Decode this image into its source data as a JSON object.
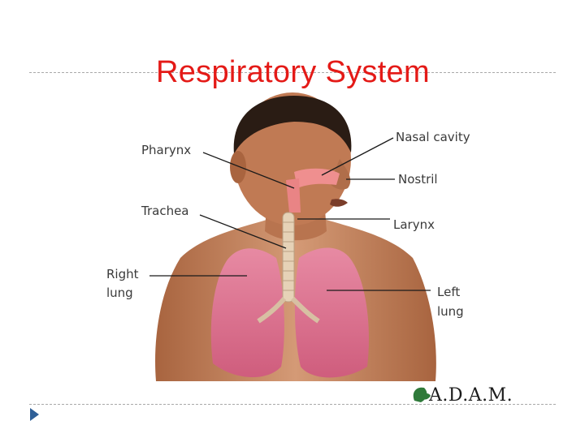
{
  "slide": {
    "title": "Respiratory System"
  },
  "diagram": {
    "labels": {
      "pharynx": "Pharynx",
      "trachea": "Trachea",
      "right_lung_line1": "Right",
      "right_lung_line2": "lung",
      "nasal_cavity": "Nasal cavity",
      "nostril": "Nostril",
      "larynx": "Larynx",
      "left_lung_line1": "Left",
      "left_lung_line2": "lung"
    },
    "logo": "A.D.A.M."
  },
  "colors": {
    "title": "#e41a17",
    "skin": "#c8835f",
    "skin_dark": "#9c5a3c",
    "lung": "#e27a94",
    "hair": "#2a1c14",
    "nav_arrow": "#2f5f97"
  },
  "icons": {
    "nav": "triangle-right-icon",
    "logo": "adam-leaf-icon"
  }
}
